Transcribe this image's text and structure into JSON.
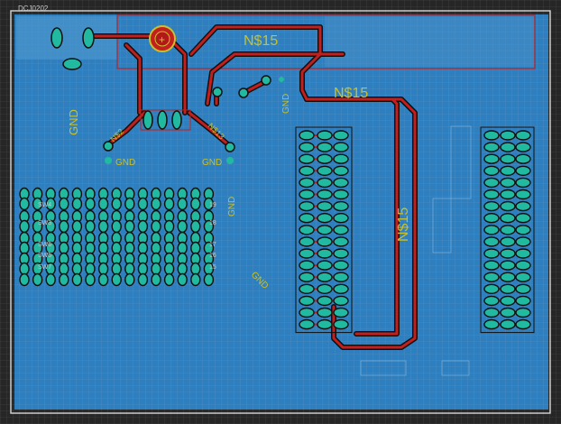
{
  "board": {
    "name": "DCJ0202",
    "colors": {
      "background": "#262626",
      "copper_pour": "#2e7fbf",
      "grid": "#5a8fc0",
      "board_outline": "#d8d8d8",
      "trace": "#c41f1f",
      "trace_outline": "#101010",
      "pad": "#21b9a0",
      "silk": "#c9c02a",
      "silk_light": "#c8c8c8"
    }
  },
  "nets": {
    "ns15_top": "N$15",
    "ns15_mid": "N$15",
    "ns15_vertical": "N$15"
  },
  "gnd_labels": {
    "left_vertical": "GND",
    "left_pad": "GND",
    "right_pad": "GND",
    "center_vertical": "GND",
    "matrix_right": "GND",
    "diagonal": "GND"
  },
  "diagonal_labels": {
    "a": "N$2",
    "b": "N$13"
  },
  "switch_labels": [
    "SW4",
    "SW3",
    "SW6",
    "SW5",
    "SW7"
  ],
  "row_labels": [
    "19",
    "18",
    "17",
    "16",
    "15"
  ]
}
